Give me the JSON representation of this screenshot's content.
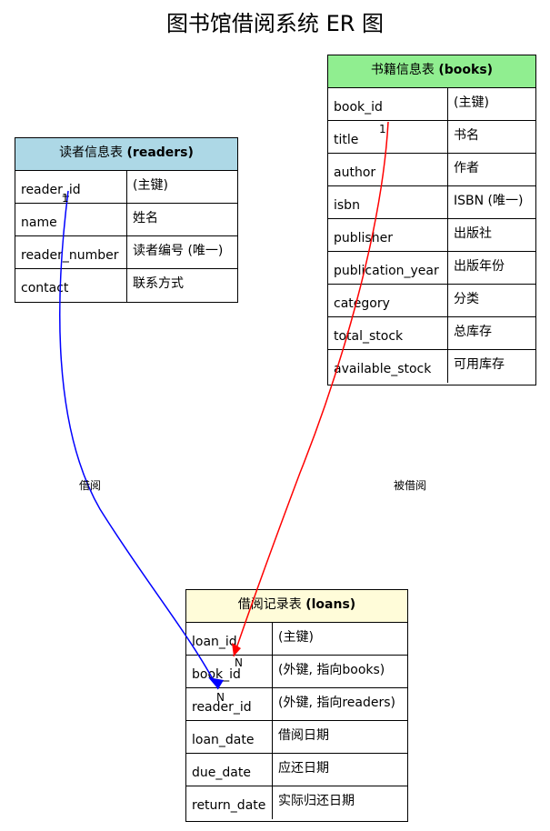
{
  "title": "图书馆借阅系统 ER 图",
  "colors": {
    "readers_header": "#add8e6",
    "books_header": "#90ee90",
    "loans_header": "#fffcd9",
    "borrows_line": "#0000ff",
    "borrowed_line": "#ff0000"
  },
  "readers": {
    "title": "读者信息表",
    "title_en": "(readers)",
    "rows": [
      {
        "name": "reader_id",
        "desc": "(主键)"
      },
      {
        "name": "name",
        "desc": "姓名"
      },
      {
        "name": "reader_number",
        "desc": "读者编号 (唯一)"
      },
      {
        "name": "contact",
        "desc": "联系方式"
      }
    ]
  },
  "books": {
    "title": "书籍信息表",
    "title_en": "(books)",
    "rows": [
      {
        "name": "book_id",
        "desc": "(主键)"
      },
      {
        "name": "title",
        "desc": "书名"
      },
      {
        "name": "author",
        "desc": "作者"
      },
      {
        "name": "isbn",
        "desc": "ISBN (唯一)"
      },
      {
        "name": "publisher",
        "desc": "出版社"
      },
      {
        "name": "publication_year",
        "desc": "出版年份"
      },
      {
        "name": "category",
        "desc": "分类"
      },
      {
        "name": "total_stock",
        "desc": "总库存"
      },
      {
        "name": "available_stock",
        "desc": "可用库存"
      }
    ]
  },
  "loans": {
    "title": "借阅记录表",
    "title_en": "(loans)",
    "rows": [
      {
        "name": "loan_id",
        "desc": "(主键)"
      },
      {
        "name": "book_id",
        "desc": "(外键, 指向books)"
      },
      {
        "name": "reader_id",
        "desc": "(外键, 指向readers)"
      },
      {
        "name": "loan_date",
        "desc": "借阅日期"
      },
      {
        "name": "due_date",
        "desc": "应还日期"
      },
      {
        "name": "return_date",
        "desc": "实际归还日期"
      }
    ]
  },
  "relations": {
    "borrows": {
      "label": "借阅",
      "from_card": "1",
      "to_card": "N"
    },
    "borrowed": {
      "label": "被借阅",
      "from_card": "1",
      "to_card": "N"
    }
  }
}
